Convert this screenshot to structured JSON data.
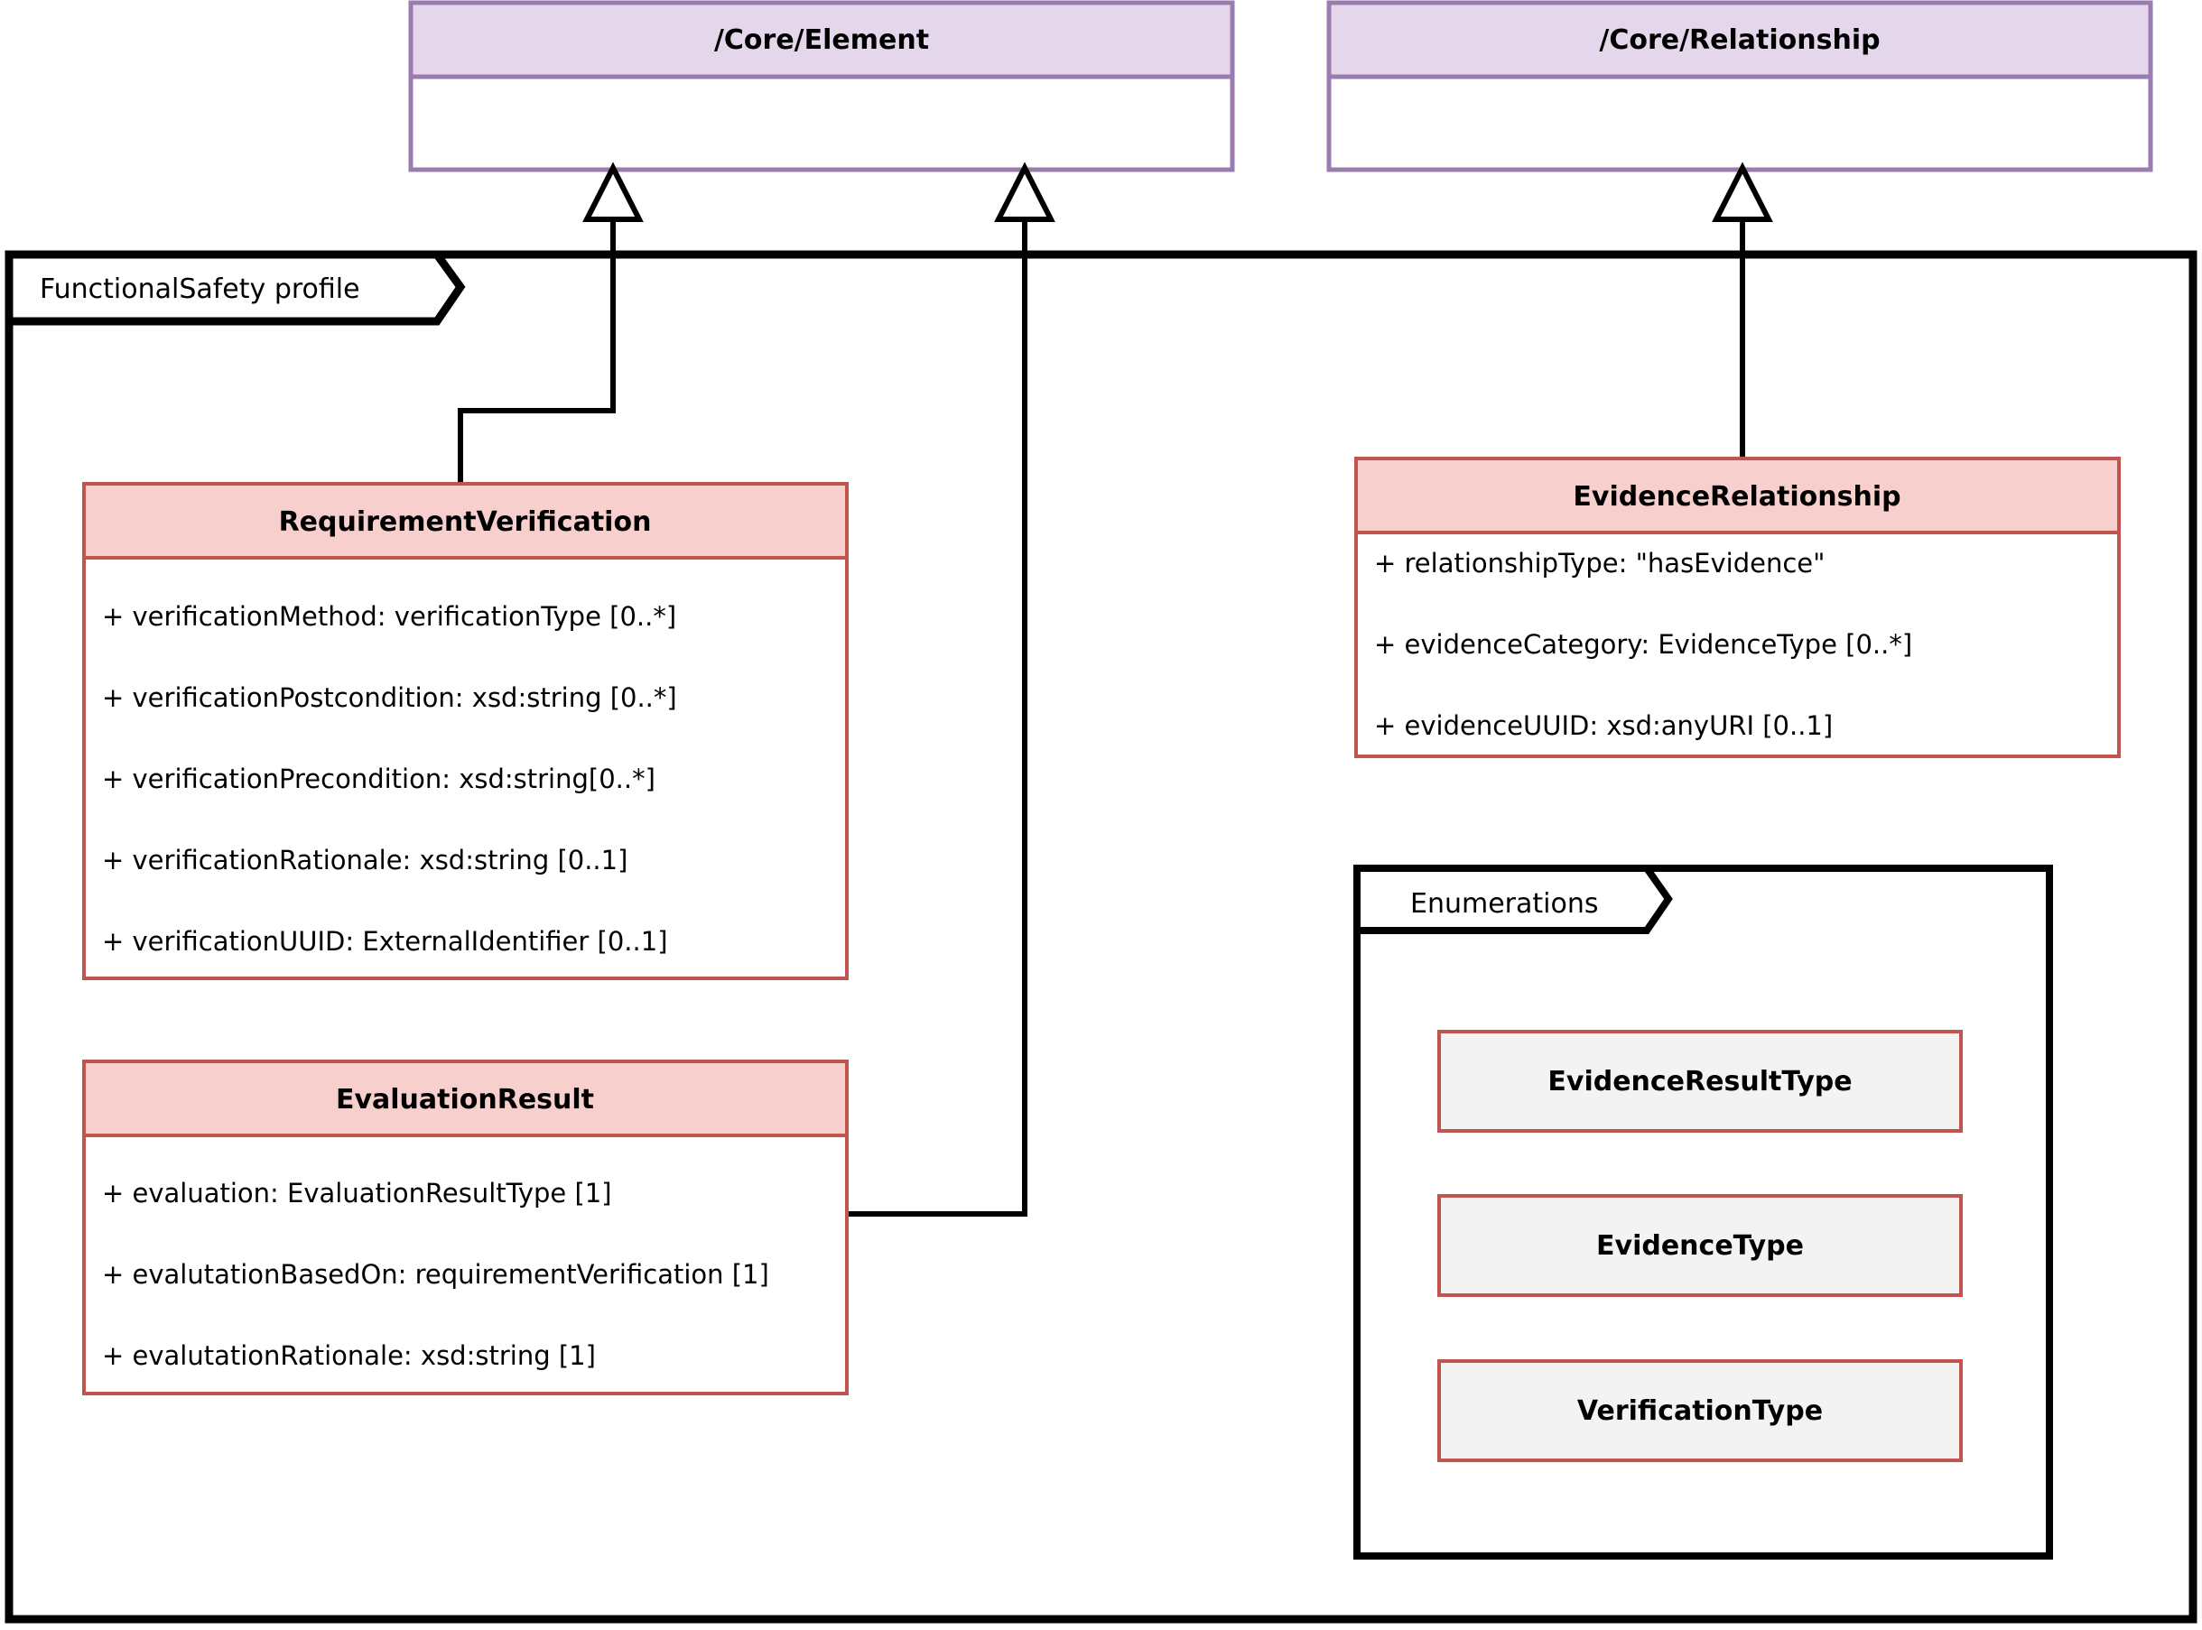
{
  "diagram": {
    "type": "uml-class-diagram",
    "title": "FunctionalSafety profile"
  },
  "external_classes": [
    {
      "id": "core-element",
      "name": "/Core/Element",
      "header_color": "#e4d7ec",
      "border_color": "#9b7cb0",
      "attributes": []
    },
    {
      "id": "core-relationship",
      "name": "/Core/Relationship",
      "header_color": "#e4d7ec",
      "border_color": "#9b7cb0",
      "attributes": []
    }
  ],
  "package": {
    "label": "FunctionalSafety profile",
    "classes": [
      {
        "id": "requirement-verification",
        "name": "RequirementVerification",
        "header_color": "#f7cfcc",
        "border_color": "#bf5450",
        "attributes": [
          "+ verificationMethod: verificationType [0..*]",
          "+ verificationPostcondition: xsd:string [0..*]",
          "+ verificationPrecondition: xsd:string[0..*]",
          "+ verificationRationale: xsd:string [0..1]",
          "+ verificationUUID: ExternalIdentifier [0..1]"
        ]
      },
      {
        "id": "evaluation-result",
        "name": "EvaluationResult",
        "header_color": "#f7cfcc",
        "border_color": "#bf5450",
        "attributes": [
          "+ evaluation: EvaluationResultType [1]",
          "+ evalutationBasedOn: requirementVerification [1]",
          "+ evalutationRationale: xsd:string [1]"
        ]
      },
      {
        "id": "evidence-relationship",
        "name": "EvidenceRelationship",
        "header_color": "#f7cfcc",
        "border_color": "#bf5450",
        "attributes": [
          "+ relationshipType: \"hasEvidence\"",
          "+ evidenceCategory: EvidenceType [0..*]",
          "+ evidenceUUID: xsd:anyURI [0..1]"
        ]
      }
    ],
    "sub_package": {
      "label": "Enumerations",
      "enumerations": [
        {
          "id": "evidence-result-type",
          "name": "EvidenceResultType",
          "fill_color": "#f3f3f3",
          "border_color": "#bf5450"
        },
        {
          "id": "evidence-type",
          "name": "EvidenceType",
          "fill_color": "#f3f3f3",
          "border_color": "#bf5450"
        },
        {
          "id": "verification-type",
          "name": "VerificationType",
          "fill_color": "#f3f3f3",
          "border_color": "#bf5450"
        }
      ]
    }
  },
  "relationships": [
    {
      "id": "gen-reqverif-element",
      "type": "generalization",
      "source": "RequirementVerification",
      "target": "/Core/Element"
    },
    {
      "id": "gen-evalresult-element",
      "type": "generalization",
      "source": "EvaluationResult",
      "target": "/Core/Element"
    },
    {
      "id": "gen-evidencerel-relationship",
      "type": "generalization",
      "source": "EvidenceRelationship",
      "target": "/Core/Relationship"
    }
  ]
}
